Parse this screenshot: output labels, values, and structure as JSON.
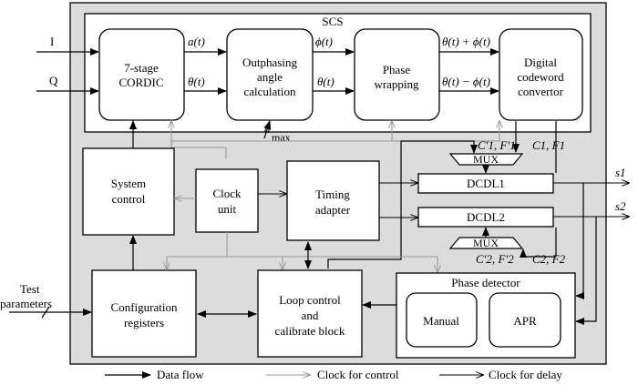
{
  "inputs": {
    "i": "I",
    "q": "Q",
    "test_line1": "Test",
    "test_line2": "parameters"
  },
  "scs": {
    "title": "SCS",
    "cordic_line1": "7-stage",
    "cordic_line2": "CORDIC",
    "outphasing_line1": "Outphasing",
    "outphasing_line2": "angle",
    "outphasing_line3": "calculation",
    "phase_line1": "Phase",
    "phase_line2": "wrapping",
    "codeword_line1": "Digital",
    "codeword_line2": "codeword",
    "codeword_line3": "convertor"
  },
  "signals": {
    "a_t": "a(t)",
    "theta_t": "θ(t)",
    "phi_t": "ϕ(t)",
    "theta_t2": "θ(t)",
    "sum": "θ(t) + ϕ(t)",
    "diff": "θ(t) − ϕ(t)",
    "a_max": "a",
    "a_max_sub": "max",
    "c1f1": "C1, F1",
    "c1pf1p": "C′1, F′1",
    "c2f2": "C2, F2",
    "c2pf2p": "C′2, F′2",
    "s1": "s1",
    "s2": "s2"
  },
  "blocks": {
    "system_line1": "System",
    "system_line2": "control",
    "clock_line1": "Clock",
    "clock_line2": "unit",
    "timing_line1": "Timing",
    "timing_line2": "adapter",
    "dcdl1": "DCDL1",
    "dcdl2": "DCDL2",
    "mux1": "MUX",
    "mux2": "MUX",
    "config_line1": "Configuration",
    "config_line2": "registers",
    "loop_line1": "Loop control",
    "loop_line2": "and",
    "loop_line3": "calibrate block",
    "phase_detector": "Phase detector",
    "manual": "Manual",
    "apr": "APR"
  },
  "legend": {
    "data_flow": "Data flow",
    "clock_control": "Clock for control",
    "clock_delay": "Clock for delay"
  }
}
